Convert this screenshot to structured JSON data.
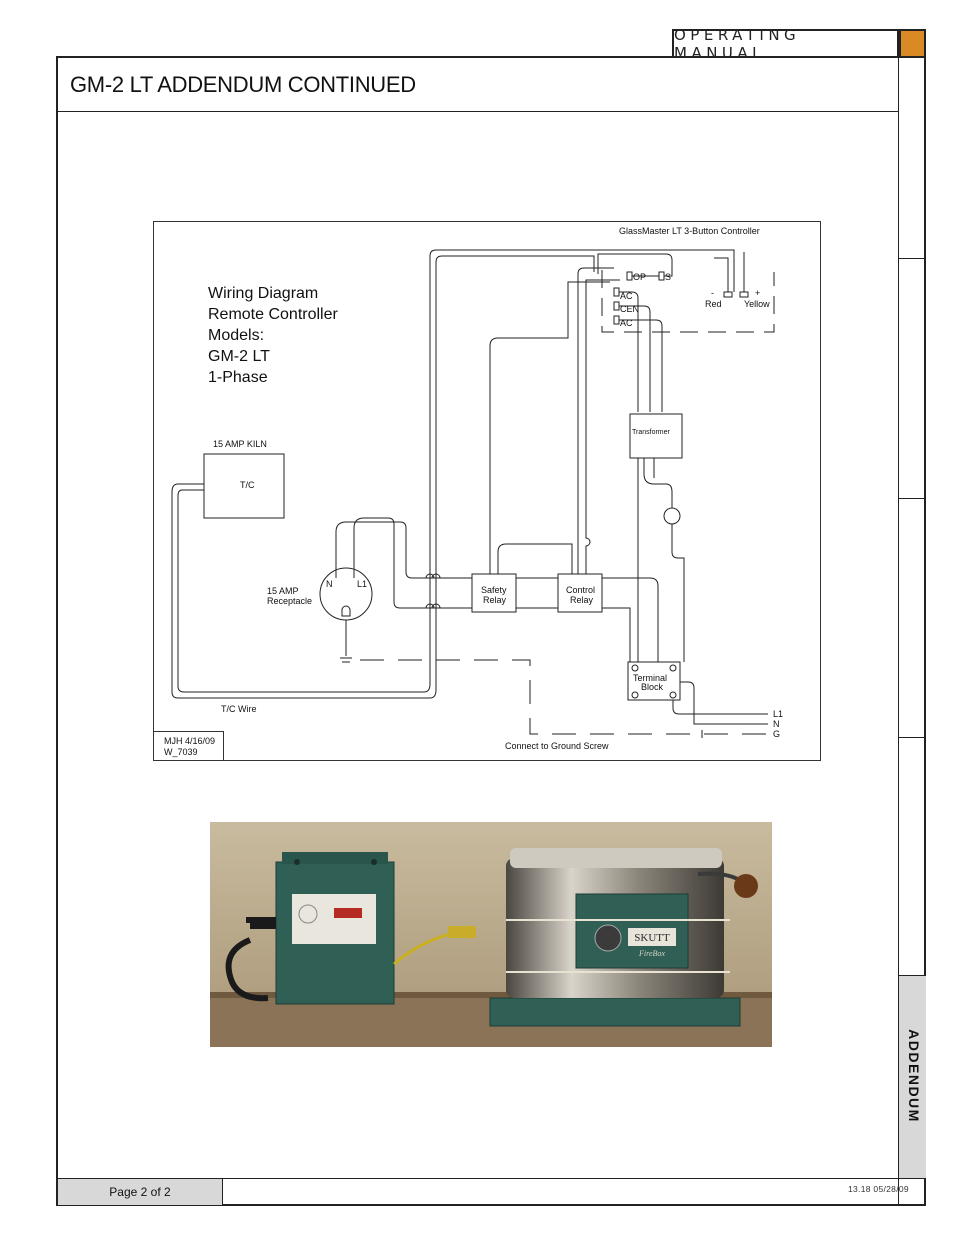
{
  "header": {
    "label": "OPERATING MANUAL",
    "accent_color": "#d98a24"
  },
  "page_title": "GM-2 LT ADDENDUM CONTINUED",
  "side_tab": {
    "label": "ADDENDUM"
  },
  "footer": {
    "page": "Page 2 of 2",
    "revision": "13.18  05/28/09"
  },
  "diagram": {
    "title_lines": [
      "Wiring Diagram",
      "Remote Controller",
      "Models:",
      "GM-2 LT",
      "1-Phase"
    ],
    "controller_label": "GlassMaster LT 3-Button Controller",
    "kiln_label": "15 AMP KILN",
    "tc_label": "T/C",
    "receptacle_label_1": "15 AMP",
    "receptacle_label_2": "Receptacle",
    "receptacle_n": "N",
    "receptacle_l1": "L1",
    "safety_relay_1": "Safety",
    "safety_relay_2": "Relay",
    "control_relay_1": "Control",
    "control_relay_2": "Relay",
    "transformer": "Transformer",
    "terminal_block_1": "Terminal",
    "terminal_block_2": "Block",
    "op": "OP",
    "s": "S",
    "ac1": "AC",
    "cen": "CEN",
    "ac2": "AC",
    "minus": "-",
    "plus": "+",
    "red": "Red",
    "yellow": "Yellow",
    "tc_wire": "T/C Wire",
    "l1": "L1",
    "n": "N",
    "g": "G",
    "ground_screw": "Connect to Ground Screw",
    "drawn_by": "MJH  4/16/09",
    "drawing_no": "W_7039"
  },
  "photo": {
    "kiln_brand": "SKUTT",
    "kiln_model": "FireBox",
    "wall_color": "#b8a88c",
    "controller_color": "#2f5f55"
  }
}
